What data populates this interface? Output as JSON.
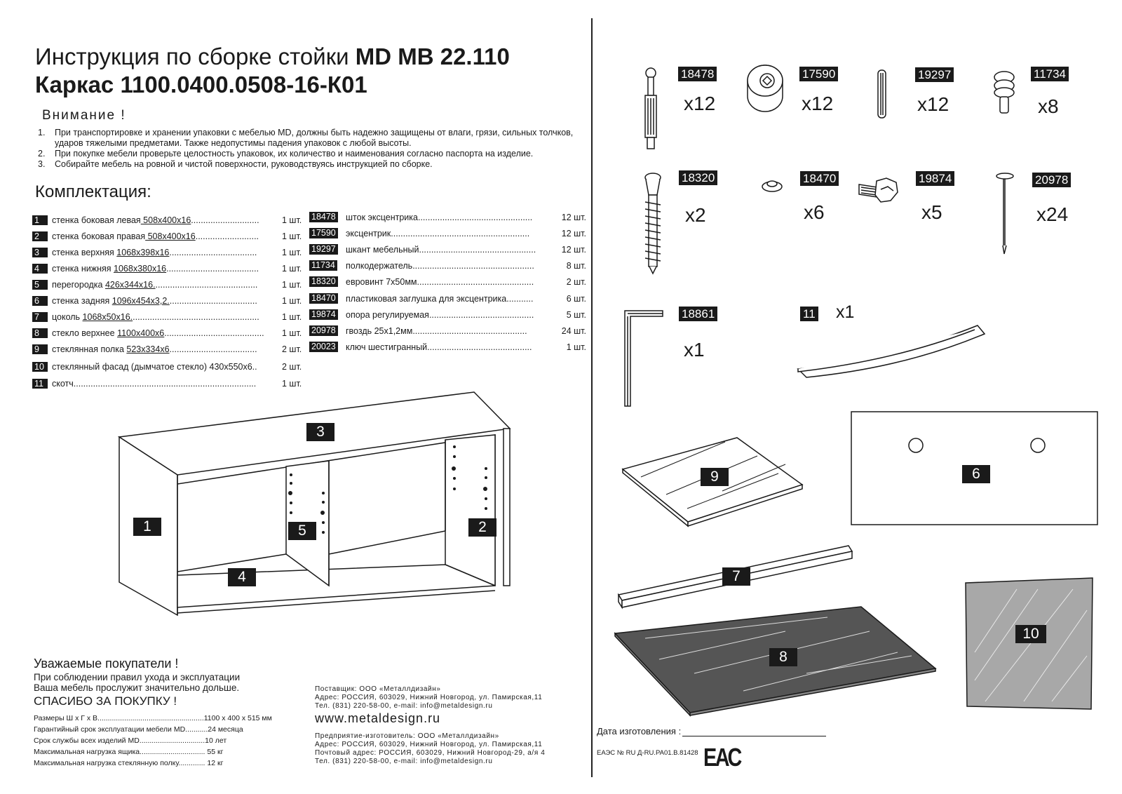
{
  "title": {
    "line1_regular": "Инструкция по сборке стойки ",
    "line1_bold": "MD MB 22.110",
    "line2": "Каркас 1100.0400.0508-16-К01"
  },
  "attention": {
    "heading": "Внимание !",
    "items": [
      {
        "num": "1.",
        "text": "При транспортировке и хранении упаковки с мебелью MD, должны быть надежно защищены от влаги, грязи, сильных толчков, ударов тяжелыми предметами. Также недопустимы падения упаковок с любой высоты."
      },
      {
        "num": "2.",
        "text": "При покупке мебели проверьте целостность упаковок, их количество и наименования согласно паспорта на изделие."
      },
      {
        "num": "3.",
        "text": "Собирайте мебель на ровной и чистой поверхности, руководствуясь инструкцией по сборке."
      }
    ]
  },
  "kit": {
    "heading": "Комплектация:",
    "panels": [
      {
        "num": "1",
        "name": "стенка боковая левая",
        "size": " 508х400х16",
        "dots": "............................",
        "qty": "1 шт."
      },
      {
        "num": "2",
        "name": "стенка боковая правая",
        "size": " 508х400х16",
        "dots": "..........................",
        "qty": "1 шт."
      },
      {
        "num": "3",
        "name": "стенка верхняя  ",
        "size": "1068х398х16",
        "dots": "....................................",
        "qty": "1 шт."
      },
      {
        "num": "4",
        "name": "стенка нижняя ",
        "size": "1068х380х16",
        "dots": "......................................",
        "qty": "1 шт."
      },
      {
        "num": "5",
        "name": "перегородка ",
        "size": "426х344х16.",
        "dots": "..........................................",
        "qty": "1 шт."
      },
      {
        "num": "6",
        "name": "стенка задняя ",
        "size": "1096х454х3,2.",
        "dots": "....................................",
        "qty": "1 шт."
      },
      {
        "num": "7",
        "name": "цоколь ",
        "size": "1068х50х16.",
        "dots": "....................................................",
        "qty": "1 шт."
      },
      {
        "num": "8",
        "name": "стекло верхнее ",
        "size": "1100х400х6",
        "dots": ".........................................",
        "qty": "1 шт."
      },
      {
        "num": "9",
        "name": "стеклянная полка ",
        "size": "523х334х6",
        "dots": "....................................",
        "qty": "2 шт."
      },
      {
        "num": "10",
        "name": " стеклянный фасад (дымчатое стекло) 430х550х6..",
        "size": "",
        "dots": "",
        "qty": "2 шт."
      },
      {
        "num": "11",
        "name": " скотч",
        "size": "",
        "dots": "...........................................................................",
        "qty": "1 шт."
      }
    ],
    "hardware": [
      {
        "code": "18478",
        "name": "шток эксцентрика",
        "dots": "...............................................",
        "qty": "12 шт."
      },
      {
        "code": "17590",
        "name": "эксцентрик",
        "dots": ".........................................................",
        "qty": "12 шт."
      },
      {
        "code": "19297",
        "name": "шкант мебельный",
        "dots": "................................................",
        "qty": "12 шт."
      },
      {
        "code": "11734",
        "name": "полкодержатель",
        "dots": "..................................................",
        "qty": "8 шт."
      },
      {
        "code": "18320",
        "name": "евровинт 7х50мм",
        "dots": "................................................",
        "qty": "2 шт."
      },
      {
        "code": "18470",
        "name": "пластиковая заглушка для эксцентрика",
        "dots": "...........",
        "qty": "6 шт."
      },
      {
        "code": "19874",
        "name": "опора регулируемая",
        "dots": "...........................................",
        "qty": "5 шт."
      },
      {
        "code": "20978",
        "name": "гвоздь 25х1,2мм",
        "dots": "...............................................",
        "qty": "24 шт."
      },
      {
        "code": "20023",
        "name": "ключ шестигранный",
        "dots": "...........................................",
        "qty": "1 шт."
      }
    ]
  },
  "hardware_icons": [
    {
      "code": "18478",
      "qty": "x12"
    },
    {
      "code": "17590",
      "qty": "x12"
    },
    {
      "code": "19297",
      "qty": "x12"
    },
    {
      "code": "11734",
      "qty": "x8"
    },
    {
      "code": "18320",
      "qty": "x2"
    },
    {
      "code": "18470",
      "qty": "x6"
    },
    {
      "code": "19874",
      "qty": "x5"
    },
    {
      "code": "20978",
      "qty": "x24"
    },
    {
      "code": "18861",
      "qty": "x1"
    },
    {
      "code": "11",
      "qty": "x1"
    }
  ],
  "part_labels": {
    "p1": "1",
    "p2": "2",
    "p3": "3",
    "p4": "4",
    "p5": "5",
    "p6": "6",
    "p7": "7",
    "p8": "8",
    "p9": "9",
    "p10": "10"
  },
  "thanks": {
    "heading": "Уважаемые покупатели !",
    "line1": "При соблюдении правил ухода и эксплуатации",
    "line2": "Ваша мебель прослужит значительно дольше.",
    "closing": "СПАСИБО ЗА ПОКУПКУ !"
  },
  "specs": [
    "Размеры Ш х Г х В....................................................1100 х 400 х 515 мм",
    "Гарантийный срок эксплуатации мебели MD...........24 месяца",
    "Срок службы всех изделий MD................................10 лет",
    "Максимальная нагрузка ящика................................ 55 кг",
    "Максимальная нагрузка стеклянную полку............. 12 кг"
  ],
  "supplier": {
    "lines": [
      "Поставщик: ООО «Металлдизайн»",
      "Адрес: РОССИЯ, 603029, Нижний Новгород, ул. Памирская,11",
      "Тел. (831) 220-58-00, e-mail: info@metaldesign.ru"
    ],
    "website": "www.metaldesign.ru"
  },
  "manufacturer": {
    "lines": [
      "Предприятие-изготовитель: ООО «Металлдизайн»",
      "Адрес: РОССИЯ, 603029, Нижний Новгород, ул. Памирская,11",
      "Почтовый адрес: РОССИЯ, 603029, Нижний Новгород-29, а/я 4",
      "Тел. (831) 220-58-00, e-mail: info@metaldesign.ru"
    ]
  },
  "production_date": "Дата изготовления :",
  "certification": {
    "text": "ЕАЭС № RU Д-RU.РА01.В.81428",
    "logo": "ЕАС"
  }
}
